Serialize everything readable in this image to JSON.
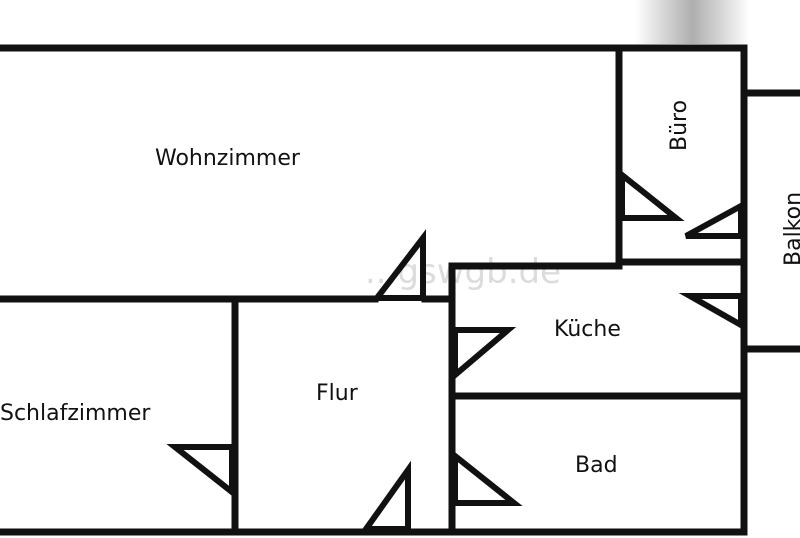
{
  "plan": {
    "rooms": [
      {
        "id": "wohnzimmer",
        "label": "Wohnzimmer"
      },
      {
        "id": "buero",
        "label": "Büro"
      },
      {
        "id": "balkon",
        "label": "Balkon"
      },
      {
        "id": "kueche",
        "label": "Küche"
      },
      {
        "id": "schlafzimmer",
        "label": "Schlafzimmer"
      },
      {
        "id": "flur",
        "label": "Flur"
      },
      {
        "id": "bad",
        "label": "Bad"
      }
    ],
    "watermark": "...gswgb.de",
    "colors": {
      "wall": "#111111",
      "background": "#ffffff",
      "watermark": "#dcdcdc"
    }
  }
}
